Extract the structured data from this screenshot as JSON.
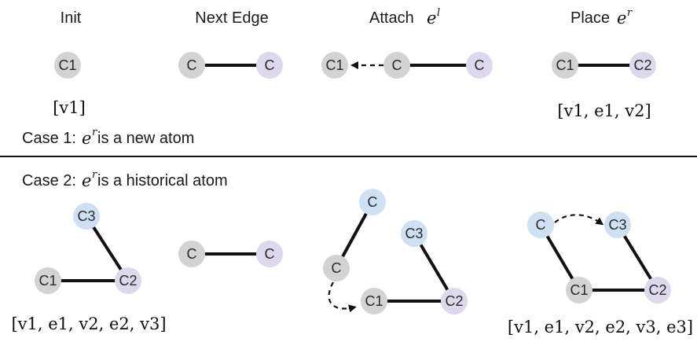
{
  "headers": {
    "init": "Init",
    "next_edge": "Next Edge",
    "attach": "Attach",
    "attach_sup": "l",
    "place": "Place",
    "place_sup": "r",
    "e": "e"
  },
  "case1": {
    "prefix": "Case 1: ",
    "suffix": " is a new atom",
    "sup": "r"
  },
  "case2": {
    "prefix": "Case 2: ",
    "suffix": " is a historical atom",
    "sup": "r"
  },
  "nodes": {
    "c": "C",
    "c1": "C1",
    "c2": "C2",
    "c3": "C3"
  },
  "sequences": {
    "s1": "[v1]",
    "s2": "[v1, e1, v2]",
    "s3": "[v1, e1, v2, e2, v3]",
    "s4": "[v1, e1, v2, e2, v3, e3]"
  },
  "colors": {
    "gray": "#d3d3d3",
    "purple": "#ddd8ee",
    "blue": "#cfe0f5"
  }
}
